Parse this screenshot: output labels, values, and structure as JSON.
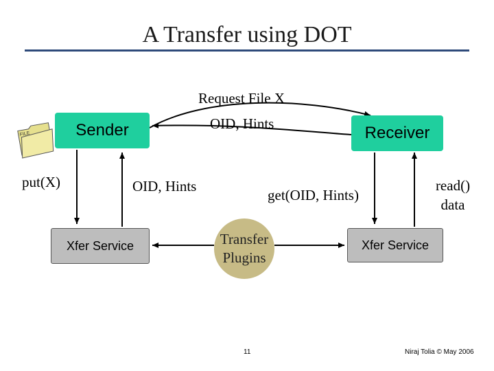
{
  "title": "A Transfer using DOT",
  "nodes": {
    "sender": "Sender",
    "receiver": "Receiver",
    "xfer_left": "Xfer Service",
    "xfer_right": "Xfer Service",
    "plugins_line1": "Transfer",
    "plugins_line2": "Plugins"
  },
  "labels": {
    "request_file": "Request File X",
    "oid_hints_top": "OID, Hints",
    "put": "put(X)",
    "oid_hints_mid": "OID, Hints",
    "get": "get(OID, Hints)",
    "read": "read()",
    "data": "data"
  },
  "file_icon_text": "FILE",
  "footer": {
    "page": "11",
    "credit": "Niraj Tolia © May 2006"
  },
  "colors": {
    "node_green": "#1fcf9e",
    "service_gray": "#bdbdbd",
    "plugins_tan": "#c7bb86",
    "title_rule": "#2e4a7a"
  }
}
